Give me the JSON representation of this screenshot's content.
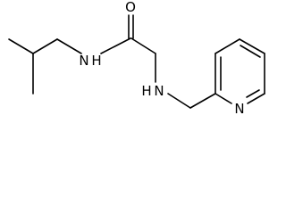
{
  "molecule": {
    "atoms": {
      "amide_nitrogen": "N",
      "amide_hydrogen": "H",
      "carbonyl_oxygen": "O",
      "amine_nitrogen": "N",
      "amine_hydrogen": "H",
      "pyridine_nitrogen": "N"
    },
    "colors": {
      "bond": "#000000",
      "label": "#000000",
      "background": "#ffffff"
    }
  }
}
